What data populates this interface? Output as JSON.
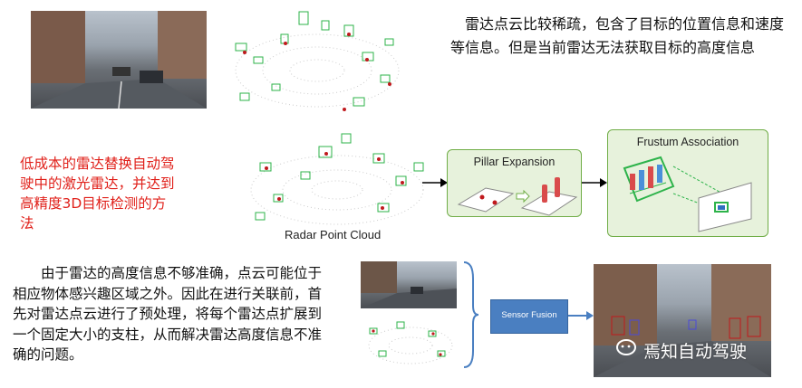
{
  "texts": {
    "top_paragraph": "　雷达点云比较稀疏，包含了目标的位置信息和速度等信息。但是当前雷达无法获取目标的高度信息",
    "red_note": "低成本的雷达替换自动驾驶中的激光雷达，并达到高精度3D目标检测的方法",
    "bottom_paragraph": "　　由于雷达的高度信息不够准确，点云可能位于相应物体感兴趣区域之外。因此在进行关联前，首先对雷达点云进行了预处理，将每个雷达点扩展到一个固定大小的支柱，从而解决雷达高度信息不准确的问题。"
  },
  "diagram": {
    "radar_label": "Radar Point Cloud",
    "pillar_label": "Pillar Expansion",
    "frustum_label": "Frustum Association",
    "sensor_fusion_label": "Sensor Fusion"
  },
  "watermark": {
    "text": "焉知自动驾驶"
  },
  "colors": {
    "red_text": "#e0201a",
    "box_green_fill": "#e7f2dc",
    "box_green_border": "#70ad47",
    "sensor_fusion_blue": "#4a7fc1",
    "pillar_red": "#d94b4b"
  }
}
